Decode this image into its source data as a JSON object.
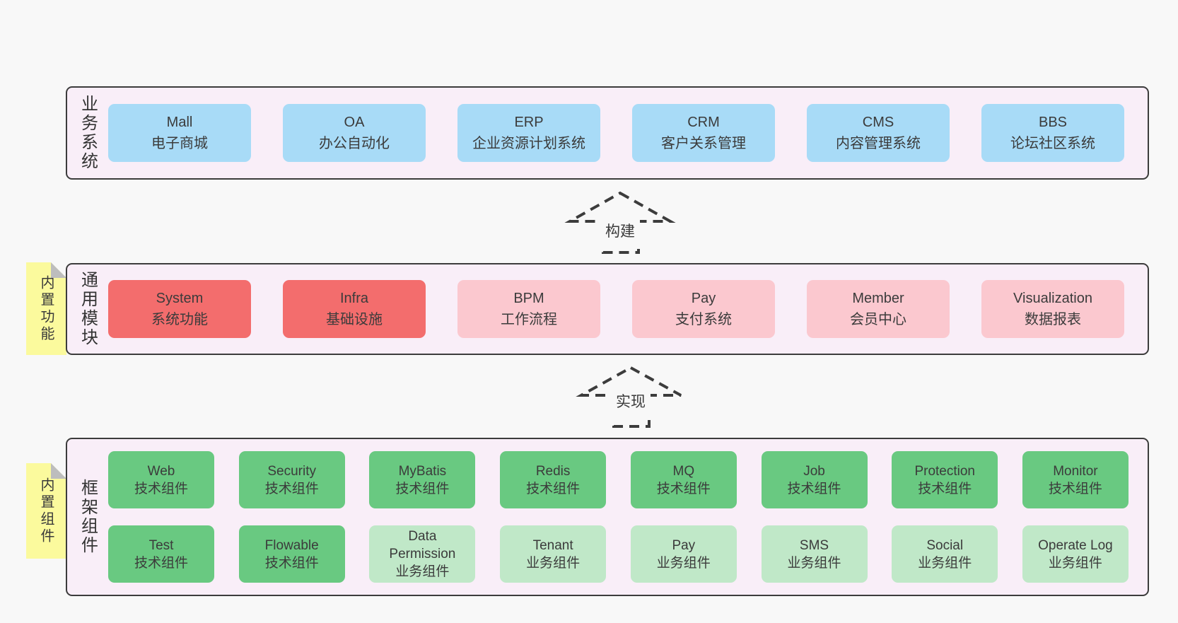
{
  "colors": {
    "page-bg": "#f8f8f8",
    "band-bg": "#f9eef8",
    "line": "#3c3c3c",
    "text": "#3b3b3b",
    "blue": "#a8dbf7",
    "red": "#f36d6d",
    "pink": "#fbc8cf",
    "green-dark": "#69c981",
    "green-light": "#c0e8c8",
    "note": "#fbfa9d",
    "fold": "#bdbdbd"
  },
  "bands": [
    {
      "label": "业务系统",
      "boxes": [
        {
          "en": "Mall",
          "zh": "电子商城"
        },
        {
          "en": "OA",
          "zh": "办公自动化"
        },
        {
          "en": "ERP",
          "zh": "企业资源计划系统"
        },
        {
          "en": "CRM",
          "zh": "客户关系管理"
        },
        {
          "en": "CMS",
          "zh": "内容管理系统"
        },
        {
          "en": "BBS",
          "zh": "论坛社区系统"
        }
      ]
    },
    {
      "label": "通用模块",
      "note": "内置功能",
      "boxes": [
        {
          "en": "System",
          "zh": "系统功能"
        },
        {
          "en": "Infra",
          "zh": "基础设施"
        },
        {
          "en": "BPM",
          "zh": "工作流程"
        },
        {
          "en": "Pay",
          "zh": "支付系统"
        },
        {
          "en": "Member",
          "zh": "会员中心"
        },
        {
          "en": "Visualization",
          "zh": "数据报表"
        }
      ]
    },
    {
      "label": "框架组件",
      "note": "内置组件",
      "rows": [
        [
          {
            "en": "Web",
            "zh": "技术组件"
          },
          {
            "en": "Security",
            "zh": "技术组件"
          },
          {
            "en": "MyBatis",
            "zh": "技术组件"
          },
          {
            "en": "Redis",
            "zh": "技术组件"
          },
          {
            "en": "MQ",
            "zh": "技术组件"
          },
          {
            "en": "Job",
            "zh": "技术组件"
          },
          {
            "en": "Protection",
            "zh": "技术组件"
          },
          {
            "en": "Monitor",
            "zh": "技术组件"
          }
        ],
        [
          {
            "en": "Test",
            "zh": "技术组件"
          },
          {
            "en": "Flowable",
            "zh": "技术组件"
          },
          {
            "en": "Data Permission",
            "zh": "业务组件"
          },
          {
            "en": "Tenant",
            "zh": "业务组件"
          },
          {
            "en": "Pay",
            "zh": "业务组件"
          },
          {
            "en": "SMS",
            "zh": "业务组件"
          },
          {
            "en": "Social",
            "zh": "业务组件"
          },
          {
            "en": "Operate Log",
            "zh": "业务组件"
          }
        ]
      ]
    }
  ],
  "arrows": [
    {
      "label": "构建"
    },
    {
      "label": "实现"
    }
  ]
}
